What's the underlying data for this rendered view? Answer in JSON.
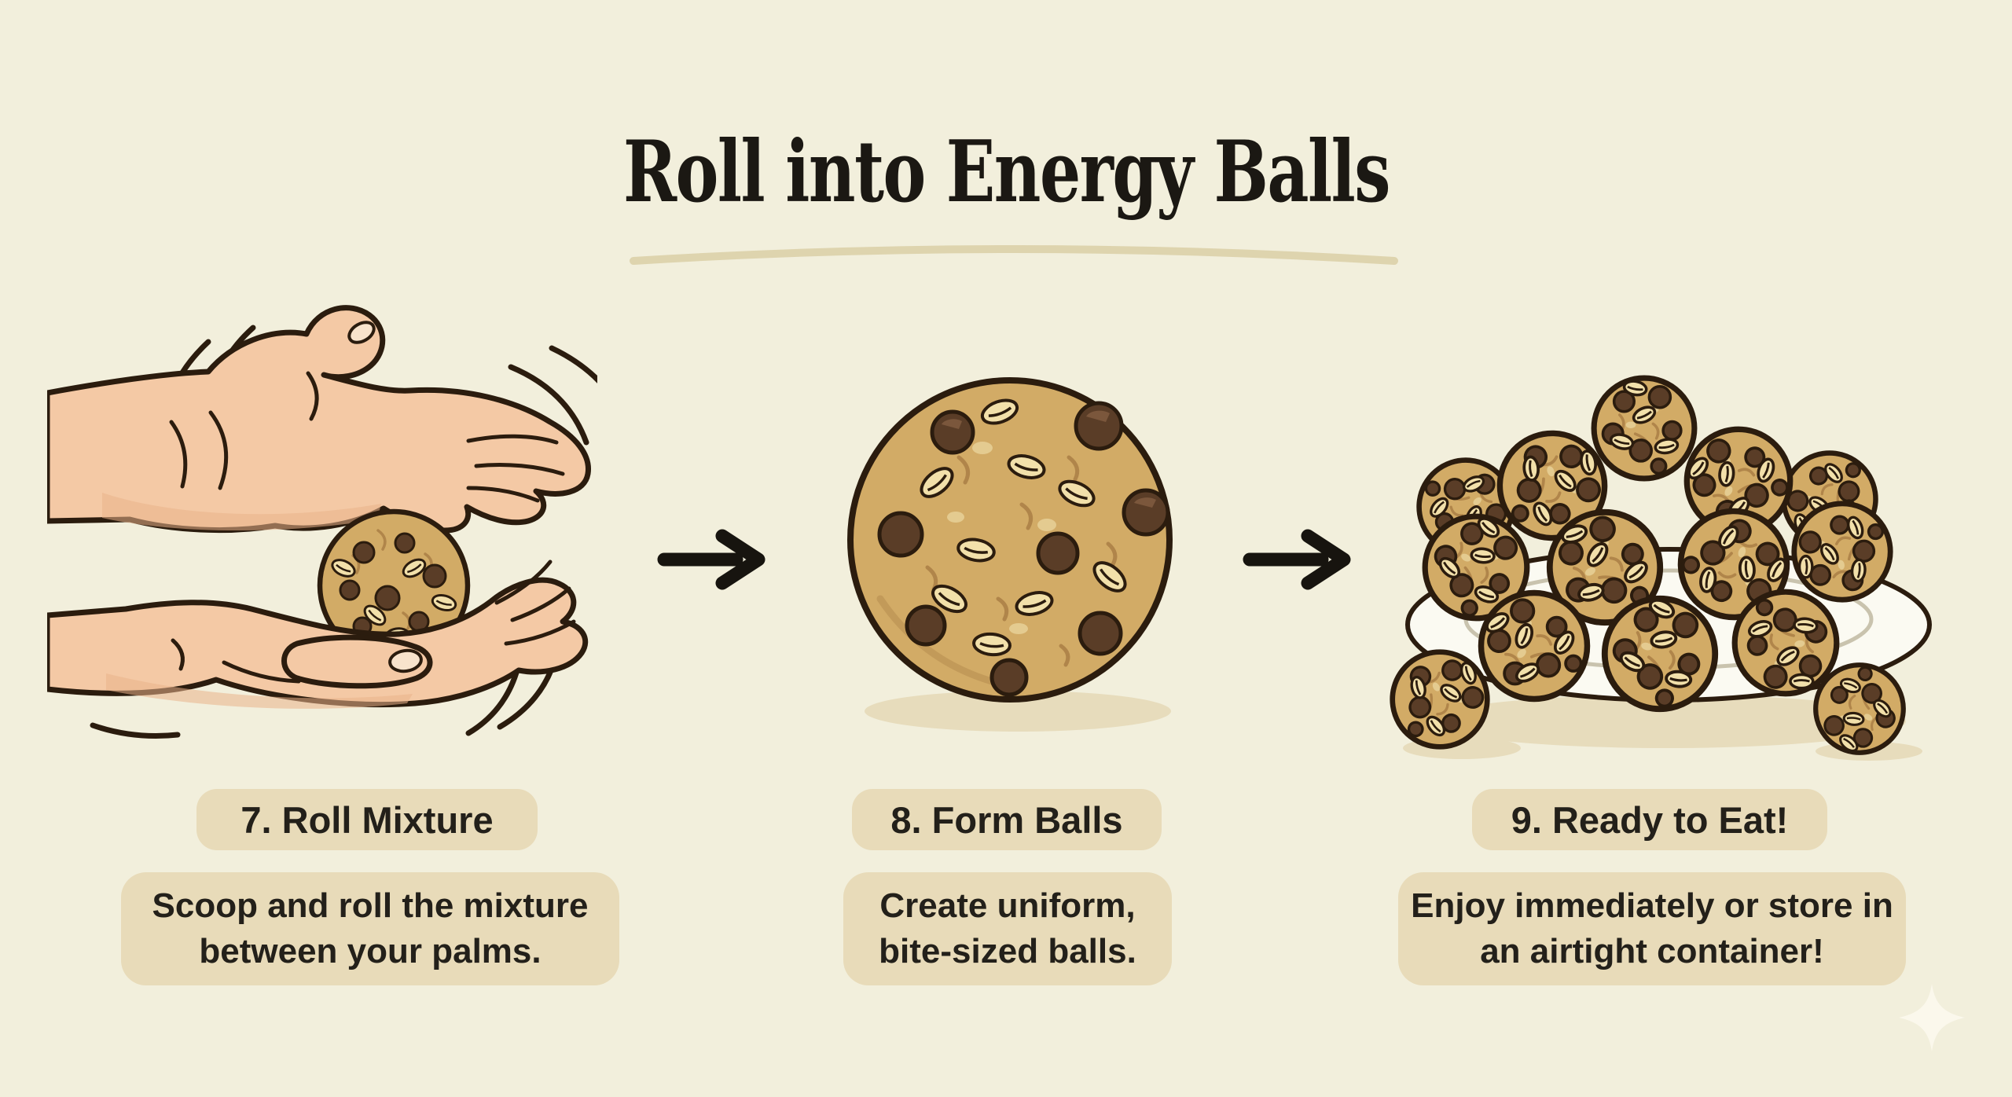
{
  "title": {
    "text": "Roll into Energy Balls"
  },
  "steps": [
    {
      "number": "7",
      "label": "7. Roll Mixture",
      "description": "Scoop and roll the mixture between your palms.",
      "illustration": "hands-rolling-energy-ball-between-palms"
    },
    {
      "number": "8",
      "label": "8. Form Balls",
      "description": "Create uniform, bite-sized balls.",
      "illustration": "single-large-energy-ball-with-oats-and-chocolate-chips"
    },
    {
      "number": "9",
      "label": "9. Ready to Eat!",
      "description": "Enjoy immediately or store in an airtight container!",
      "illustration": "plate-stacked-with-energy-balls-plus-two-beside-plate"
    }
  ],
  "icons": {
    "arrow_right": "→",
    "sparkle": "✦"
  },
  "colors": {
    "background": "#f2efdc",
    "panel": "#e8dbb9",
    "text": "#23201a",
    "title": "#1b1813",
    "outline": "#2b1c0e",
    "arrow": "#17140f",
    "underline": "#dcd0a9",
    "dough": "#d2ab66",
    "dough_dark": "#b0854a",
    "chip": "#5a3d27",
    "chip_highlight": "#7b573c",
    "oat": "#f2e0aa",
    "skin": "#f4c9a5",
    "skin_shadow": "#e9b28b",
    "nail": "#f8e3cc",
    "plate": "#fbfaf2",
    "plate_rim": "#c9c3ae",
    "shadow": "#e7dcbc",
    "sparkle": "#fbf8ec"
  }
}
